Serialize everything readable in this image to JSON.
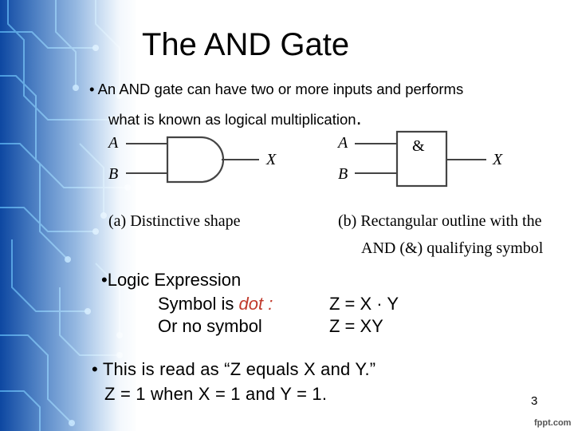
{
  "slide": {
    "title": "The AND Gate",
    "bullet1_line1": "•  An AND gate can have two or more inputs and performs",
    "bullet1_line2": "what is known as logical multiplication",
    "bullet1_period": ".",
    "diagram_a": {
      "input_a": "A",
      "input_b": "B",
      "output": "X",
      "caption": "(a) Distinctive shape"
    },
    "diagram_b": {
      "input_a": "A",
      "input_b": "B",
      "output": "X",
      "symbol": "&",
      "caption_line1": "(b) Rectangular outline with the",
      "caption_line2": "AND (&) qualifying symbol"
    },
    "logic_expression": {
      "heading": "•Logic Expression",
      "symbol_prefix": "Symbol is ",
      "symbol_word": "dot",
      "symbol_suffix": " :",
      "no_symbol": "Or no symbol",
      "expr1": "Z = X · Y",
      "expr2": "Z = XY"
    },
    "read_line1": "• This is read as “Z equals X and Y.”",
    "read_line2": "Z = 1 when X = 1 and Y = 1.",
    "page_number": "3",
    "brand": "fppt.com"
  },
  "colors": {
    "background_circuit": "#1565c0",
    "circuit_trace": "#5ab4f2",
    "dot_highlight": "#c0392b",
    "text": "#000000"
  }
}
